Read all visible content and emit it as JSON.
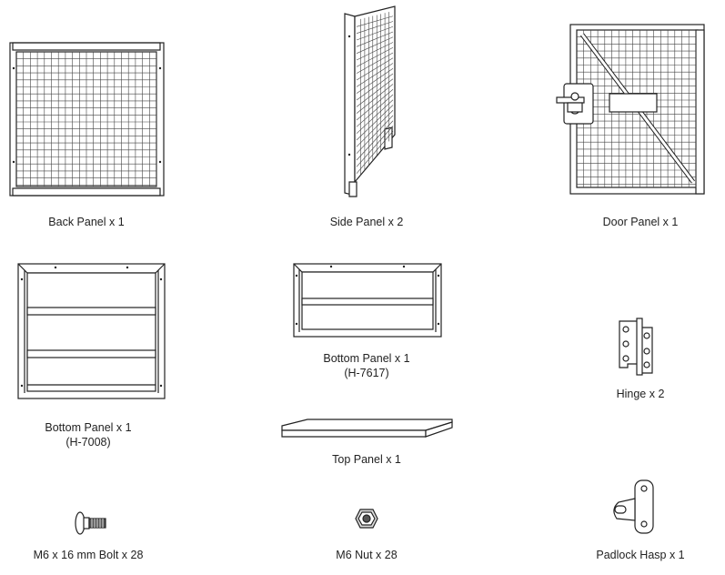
{
  "parts": {
    "back_panel": {
      "label": "Back Panel x 1"
    },
    "side_panel": {
      "label": "Side Panel x 2"
    },
    "door_panel": {
      "label": "Door Panel x 1"
    },
    "bottom_panel_large": {
      "label": "Bottom Panel x 1",
      "code": "(H-7008)"
    },
    "bottom_panel_small": {
      "label": "Bottom Panel x 1",
      "code": "(H-7617)"
    },
    "top_panel": {
      "label": "Top Panel x 1"
    },
    "hinge": {
      "label": "Hinge x 2"
    },
    "bolt": {
      "label": "M6 x 16 mm Bolt x 28"
    },
    "nut": {
      "label": "M6 Nut x 28"
    },
    "padlock_hasp": {
      "label": "Padlock Hasp x 1"
    }
  },
  "colors": {
    "stroke": "#222222",
    "fill": "#ffffff",
    "mesh": "#444444"
  }
}
